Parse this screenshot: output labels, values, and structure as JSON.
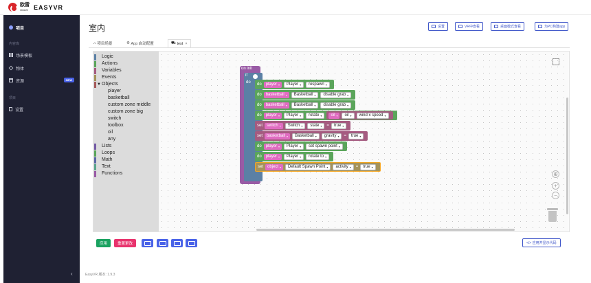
{
  "brand": {
    "cn": "欧雷",
    "cn_sub": "OULEI",
    "en": "EASYVR"
  },
  "sidebar": {
    "top_item": "项目",
    "group1": "内容库",
    "items": [
      {
        "label": "场景模板"
      },
      {
        "label": "物体"
      },
      {
        "label": "资源",
        "badge": "NEW"
      }
    ],
    "group2": "项目",
    "settings": "设置",
    "collapse": "‹"
  },
  "page": {
    "title": "室内"
  },
  "top_buttons": [
    "设置",
    "VR中查看",
    "桌面模式查看",
    "为PC构建app"
  ],
  "tabs": [
    {
      "label": "项目场景",
      "icon": "⛬"
    },
    {
      "label": "App 启动配置",
      "icon": "⚙"
    },
    {
      "label": "test",
      "icon": "⛟",
      "active": true,
      "close": "×"
    }
  ],
  "toolbox": {
    "categories": [
      {
        "label": "Logic",
        "color": "#5b80a5"
      },
      {
        "label": "Actions",
        "color": "#5ba55b"
      },
      {
        "label": "Variables",
        "color": "#a55b80"
      },
      {
        "label": "Events",
        "color": "#a5935b"
      },
      {
        "label": "Objects",
        "color": "#a55b5b",
        "expanded": "▼"
      },
      {
        "label": "player",
        "sub": true
      },
      {
        "label": "basketball",
        "sub": true
      },
      {
        "label": "custom zone middle",
        "sub": true
      },
      {
        "label": "custom zone big",
        "sub": true
      },
      {
        "label": "switch",
        "sub": true
      },
      {
        "label": "toolbox",
        "sub": true
      },
      {
        "label": "oil",
        "sub": true
      },
      {
        "label": "any",
        "sub": true
      },
      {
        "label": "Lists",
        "color": "#745ba5"
      },
      {
        "label": "Loops",
        "color": "#5ba55b"
      },
      {
        "label": "Math",
        "color": "#5b67a5"
      },
      {
        "label": "Text",
        "color": "#5ba58c"
      },
      {
        "label": "Functions",
        "color": "#995ba5"
      }
    ]
  },
  "blocks": {
    "on_init": "on init",
    "if": "if",
    "do": "do",
    "set": "set",
    "to": "=",
    "rows": [
      {
        "kw": "do",
        "obj": "player",
        "name": "Player",
        "act": "respawn"
      },
      {
        "kw": "do",
        "obj": "basketball",
        "name": "Basketball",
        "act": "disable grab"
      },
      {
        "kw": "do",
        "obj": "basketball",
        "name": "Basketball",
        "act": "disable grab"
      },
      {
        "kw": "do",
        "obj": "player",
        "name": "Player",
        "act": "rotate",
        "extra_obj": "oil",
        "extra_name": "oil",
        "extra_act": "wind x speed"
      },
      {
        "kw": "set",
        "obj": "switch",
        "name": "Switch",
        "act": "state",
        "value": "true"
      },
      {
        "kw": "set",
        "obj": "basketball",
        "name": "Basketball",
        "act": "gravity",
        "value": "true"
      },
      {
        "kw": "do",
        "obj": "player",
        "name": "Player",
        "act": "set spawn point"
      },
      {
        "kw": "do",
        "obj": "player",
        "name": "Player",
        "act": "rotate to"
      },
      {
        "kw": "set",
        "obj": "object",
        "name": "Default Spawn Point",
        "act": "activity",
        "value": "true"
      }
    ]
  },
  "workspace_controls": {
    "center": "⊕",
    "zoom_in": "+",
    "zoom_out": "−"
  },
  "bottom": {
    "apply": "应用",
    "reset": "重置更改",
    "show_code": "</> 应用并显示代码"
  },
  "version": "EasyVR 版本: 1.9.3",
  "colors": {
    "accent": "#3f56c9",
    "sidebar": "#1f2133",
    "apply": "#1aa260",
    "reset": "#e8336d",
    "actions": "#5ba55b",
    "variables": "#a55b80",
    "events": "#a5935b"
  }
}
